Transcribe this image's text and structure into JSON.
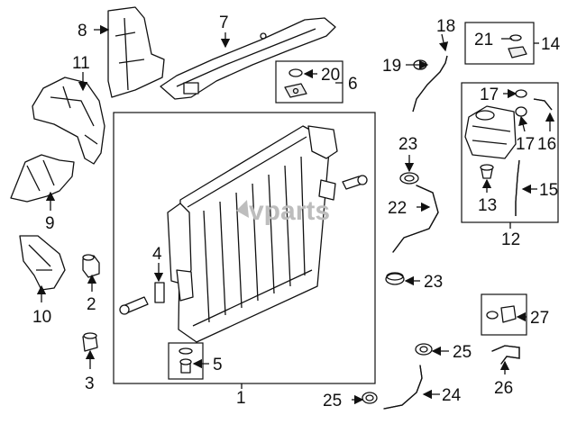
{
  "watermark": "vparts",
  "callouts": [
    {
      "id": "1",
      "label": "1"
    },
    {
      "id": "2",
      "label": "2"
    },
    {
      "id": "3",
      "label": "3"
    },
    {
      "id": "4",
      "label": "4"
    },
    {
      "id": "5",
      "label": "5"
    },
    {
      "id": "6",
      "label": "6"
    },
    {
      "id": "7",
      "label": "7"
    },
    {
      "id": "8",
      "label": "8"
    },
    {
      "id": "9",
      "label": "9"
    },
    {
      "id": "10",
      "label": "10"
    },
    {
      "id": "11",
      "label": "11"
    },
    {
      "id": "12",
      "label": "12"
    },
    {
      "id": "13",
      "label": "13"
    },
    {
      "id": "14",
      "label": "14"
    },
    {
      "id": "15",
      "label": "15"
    },
    {
      "id": "16",
      "label": "16"
    },
    {
      "id": "17",
      "label": "17"
    },
    {
      "id": "17b",
      "label": "17"
    },
    {
      "id": "18",
      "label": "18"
    },
    {
      "id": "19",
      "label": "19"
    },
    {
      "id": "20",
      "label": "20"
    },
    {
      "id": "21",
      "label": "21"
    },
    {
      "id": "22",
      "label": "22"
    },
    {
      "id": "23",
      "label": "23"
    },
    {
      "id": "23b",
      "label": "23"
    },
    {
      "id": "24",
      "label": "24"
    },
    {
      "id": "25",
      "label": "25"
    },
    {
      "id": "25b",
      "label": "25"
    },
    {
      "id": "26",
      "label": "26"
    },
    {
      "id": "27",
      "label": "27"
    }
  ]
}
